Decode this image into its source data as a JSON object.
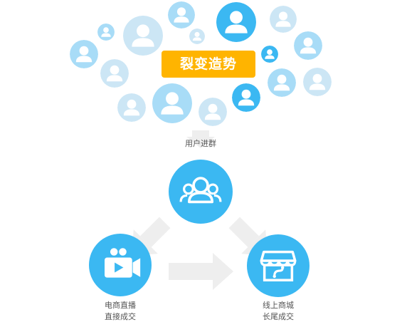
{
  "colors": {
    "primary_blue": "#3bb8f2",
    "light_blue": "#a8dcf7",
    "pale_blue": "#cce6f5",
    "banner_yellow": "#ffb400",
    "arrow_gray": "#eeeeee",
    "label_gray": "#555555"
  },
  "banner": {
    "title": "裂变造势"
  },
  "flow": {
    "join_group_label": "用户进群",
    "live_line1": "电商直播",
    "live_line2": "直接成交",
    "shop_line1": "线上商城",
    "shop_line2": "长尾成交"
  },
  "icons": {
    "avatar": "user-avatar-icon",
    "group": "user-group-icon",
    "video": "video-camera-icon",
    "shop": "online-store-icon"
  }
}
